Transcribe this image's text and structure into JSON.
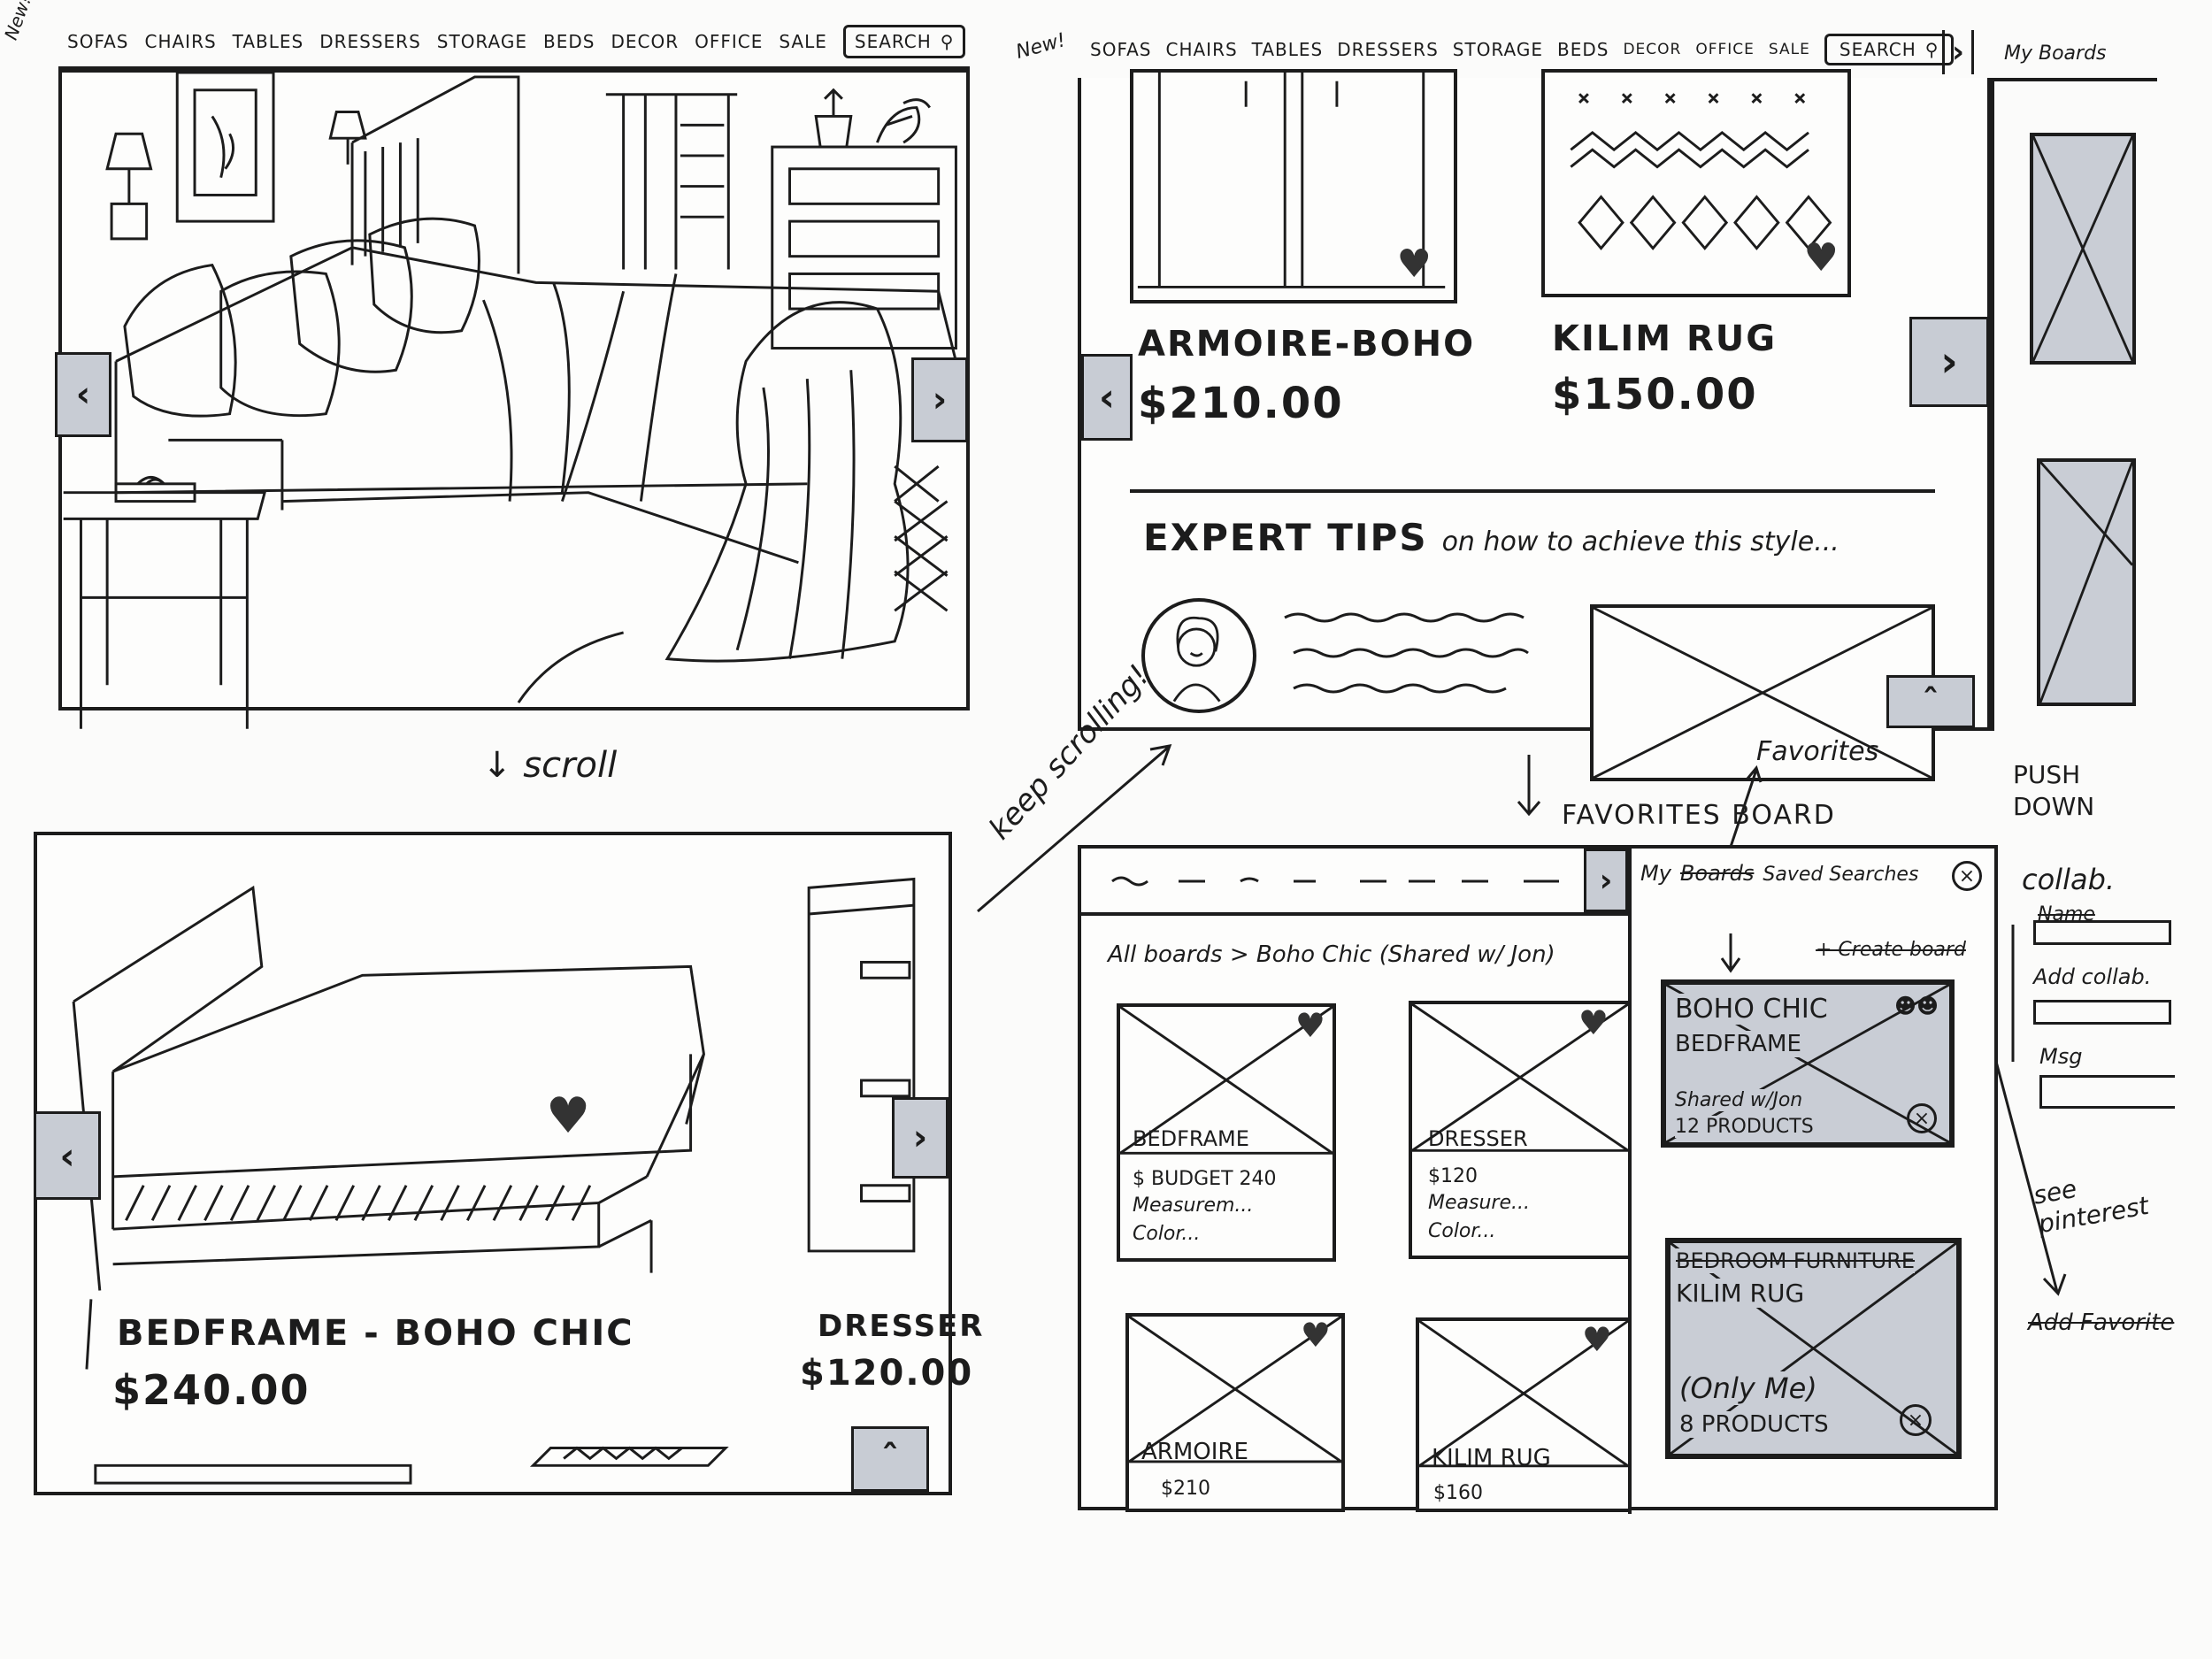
{
  "nav": {
    "new_label": "New!",
    "items": [
      "SOFAS",
      "CHAIRS",
      "TABLES",
      "DRESSERS",
      "STORAGE",
      "BEDS",
      "DECOR",
      "OFFICE",
      "SALE"
    ],
    "search_label": "SEARCH",
    "search_icon": "search-icon"
  },
  "panel2": {
    "my_boards_label": "My Boards",
    "products": [
      {
        "name": "ARMOIRE-BOHO",
        "price": "$210.00"
      },
      {
        "name": "KILIM RUG",
        "price": "$150.00"
      }
    ],
    "tips_title": "EXPERT TIPS",
    "tips_subtitle": "on how to achieve this style..."
  },
  "annotations": {
    "scroll": "↓ scroll",
    "keep_scrolling": "keep scrolling!",
    "favorites": "Favorites",
    "favorites_board": "FAVORITES BOARD",
    "push_down": "PUSH DOWN",
    "collab": "collab.",
    "name_field": "Name",
    "add_collab": "Add collab.",
    "msg": "Msg",
    "see_pinterest": "see pinterest",
    "add_favorite": "Add Favorite"
  },
  "panel3": {
    "products": [
      {
        "name": "BEDFRAME - BOHO CHIC",
        "price": "$240.00"
      },
      {
        "name": "DRESSER",
        "price": "$120.00"
      }
    ]
  },
  "panel4": {
    "header_my": "My",
    "header_boards": "Boards",
    "header_saved": "Saved Searches",
    "breadcrumb": "All boards > Boho Chic (Shared w/ Jon)",
    "create_board": "+ Create board",
    "cards": [
      {
        "name": "BEDFRAME",
        "lines": [
          "$ BUDGET 240",
          "Measurem...",
          "Color..."
        ]
      },
      {
        "name": "DRESSER",
        "lines": [
          "$120",
          "Measure...",
          "Color..."
        ]
      },
      {
        "name": "ARMOIRE",
        "lines": [
          "$210"
        ]
      },
      {
        "name": "KILIM RUG",
        "lines": [
          "$160"
        ]
      }
    ],
    "boards": [
      {
        "title": "BOHO CHIC",
        "subtitle": "BEDFRAME",
        "share": "Shared w/Jon",
        "count": "12 PRODUCTS"
      },
      {
        "title": "BEDROOM FURNITURE",
        "subtitle": "KILIM RUG",
        "share": "(Only Me)",
        "count": "8 PRODUCTS"
      }
    ]
  }
}
